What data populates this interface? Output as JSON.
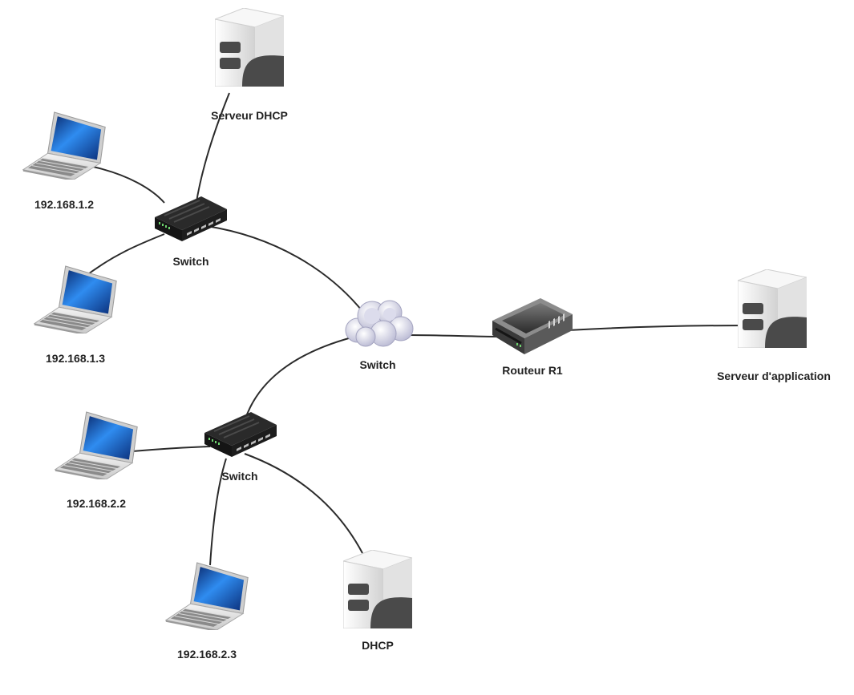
{
  "nodes": {
    "server_dhcp_1": {
      "label": "Serveur DHCP",
      "icon": "server-icon"
    },
    "laptop_1_2": {
      "label": "192.168.1.2",
      "icon": "laptop-icon"
    },
    "laptop_1_3": {
      "label": "192.168.1.3",
      "icon": "laptop-icon"
    },
    "switch_1": {
      "label": "Switch",
      "icon": "switch-icon"
    },
    "cloud": {
      "label": "Switch",
      "icon": "cloud-icon"
    },
    "router": {
      "label": "Routeur R1",
      "icon": "router-icon"
    },
    "server_app": {
      "label": "Serveur d'application",
      "icon": "server-icon"
    },
    "switch_2": {
      "label": "Switch",
      "icon": "switch-icon"
    },
    "laptop_2_2": {
      "label": "192.168.2.2",
      "icon": "laptop-icon"
    },
    "laptop_2_3": {
      "label": "192.168.2.3",
      "icon": "laptop-icon"
    },
    "server_dhcp_2": {
      "label": "DHCP",
      "icon": "server-icon"
    }
  },
  "colors": {
    "link": "#2b2b2b",
    "label": "#222222",
    "screen": "#1565c0",
    "device_dark": "#1f1f1f",
    "server_body": "#eeeeee",
    "server_shadow": "#4a4a4a"
  }
}
